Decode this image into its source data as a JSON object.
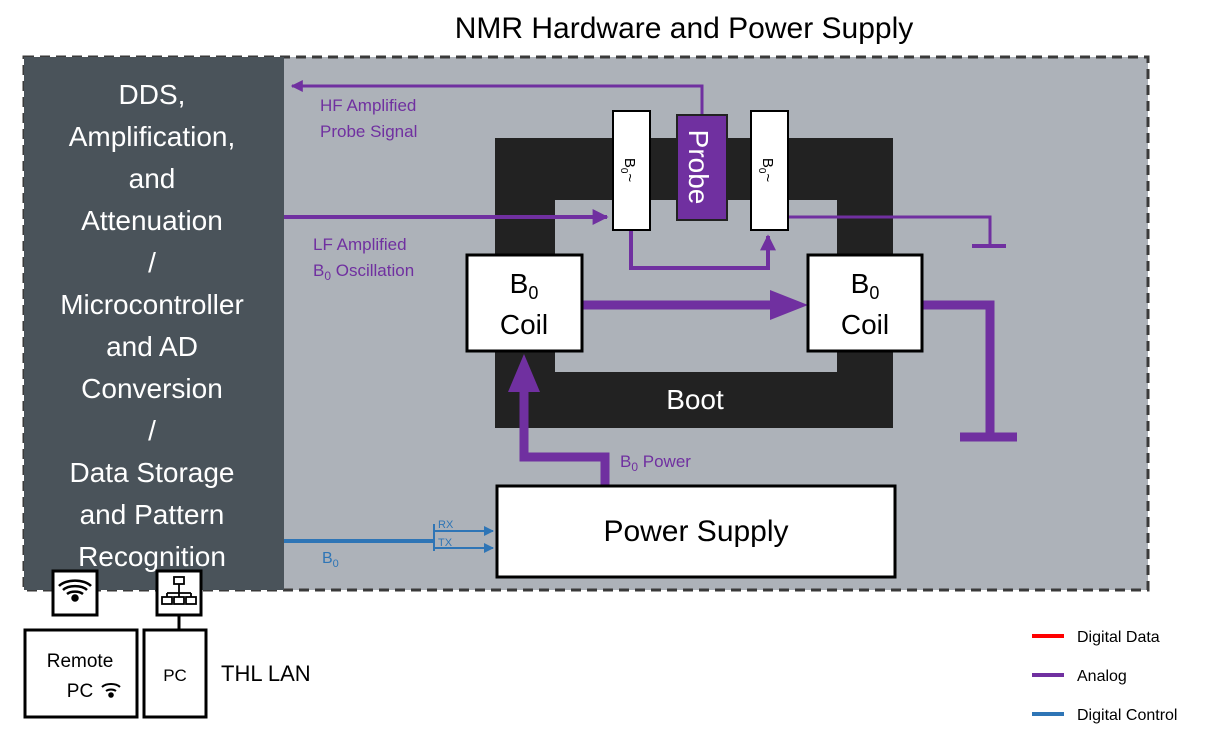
{
  "title": "NMR Hardware and Power Supply",
  "controller": {
    "lines": [
      "DDS,",
      "Amplification,",
      "and",
      "Attenuation",
      "/",
      "Microcontroller",
      "and AD",
      "Conversion",
      "/",
      "Data Storage",
      "and Pattern",
      "Recognition"
    ]
  },
  "signals": {
    "hf_line1": "HF Amplified",
    "hf_line2": "Probe Signal",
    "lf_line1": "LF Amplified",
    "lf_b": "B",
    "lf_sub": "0",
    "lf_rest": " Oscillation",
    "b0_power_b": "B",
    "b0_power_sub": "0",
    "b0_power_rest": " Power",
    "b0_ctrl_b": "B",
    "b0_ctrl_sub": "0",
    "rx": "RX",
    "tx": "TX"
  },
  "sensors": {
    "left_b": "B",
    "left_sub": "0",
    "left_tilde": "~",
    "right_b": "B",
    "right_sub": "0",
    "right_tilde": "~"
  },
  "probe_label": "Probe",
  "coil_left": {
    "b": "B",
    "sub": "0",
    "word": "Coil"
  },
  "coil_right": {
    "b": "B",
    "sub": "0",
    "word": "Coil"
  },
  "boot_label": "Boot",
  "power_supply_label": "Power Supply",
  "remote_pc": {
    "line1": "Remote",
    "line2": "PC"
  },
  "pc_label": "PC",
  "lan_label": "THL LAN",
  "legend": [
    {
      "label": "Digital Data",
      "color": "#ff0000"
    },
    {
      "label": "Analog",
      "color": "#7030a0"
    },
    {
      "label": "Digital Control",
      "color": "#2e75b6"
    }
  ],
  "colors": {
    "analog": "#7030a0",
    "digital_control": "#2e75b6",
    "digital_data": "#ff0000",
    "panel": "#adb2b9",
    "controller": "#4a535a",
    "boot": "#222222"
  },
  "icons": [
    "wifi-icon",
    "network-icon"
  ]
}
